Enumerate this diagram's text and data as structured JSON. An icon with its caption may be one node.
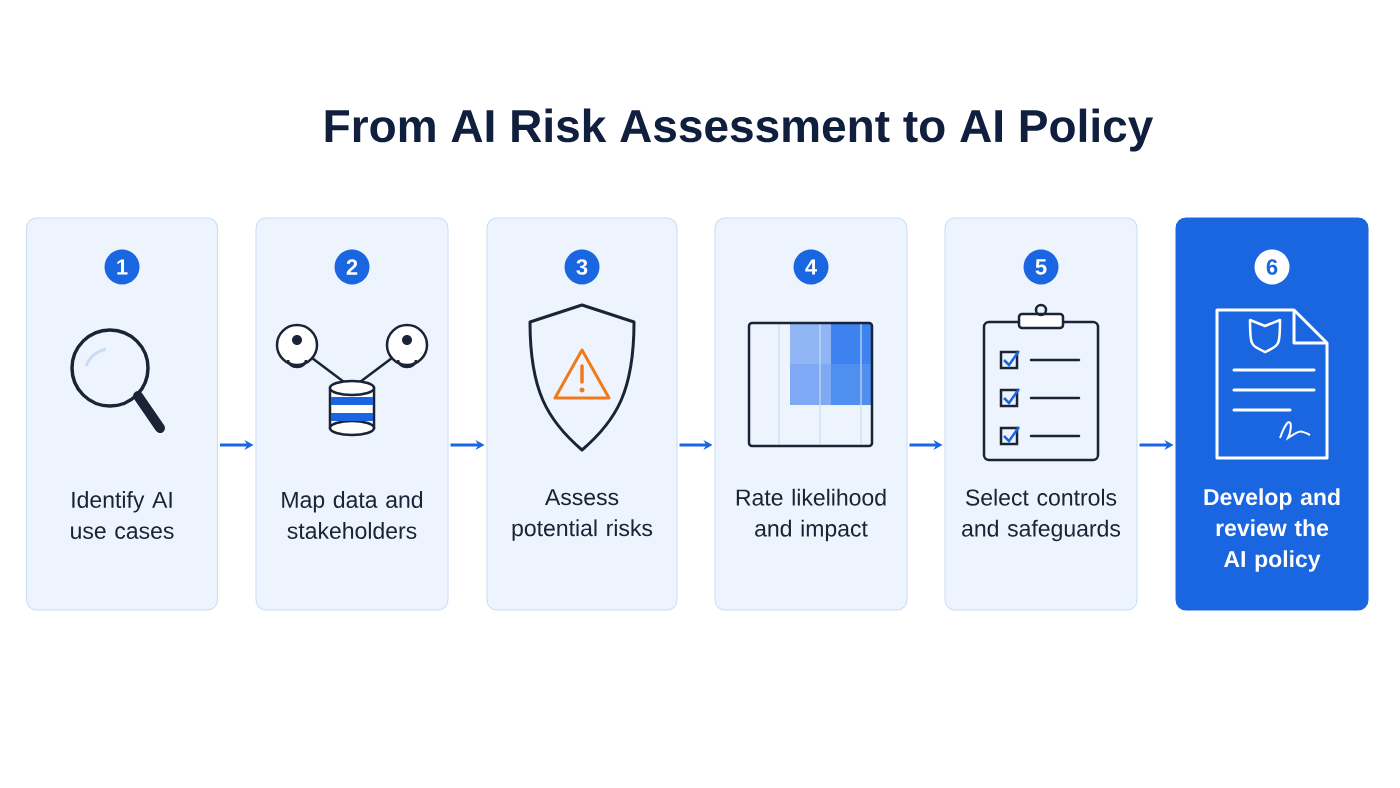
{
  "diagram": {
    "title": "From AI Risk Assessment to AI Policy",
    "nodes": [
      {
        "text": [
          "1",
          "Identify AI use cases"
        ]
      },
      {
        "text": [
          "2",
          "Map data and stakeholders"
        ]
      },
      {
        "text": [
          "3",
          "Assess potential risks"
        ]
      },
      {
        "text": [
          "4",
          "Rate likelihood and impact"
        ]
      },
      {
        "text": [
          "5",
          "Select controls and safeguards"
        ]
      },
      {
        "text": [
          "6",
          "Develop and review the AI policy"
        ]
      }
    ],
    "edges": [
      {
        "from": 0,
        "to": 1,
        "arrow": "to"
      },
      {
        "from": 1,
        "to": 2,
        "arrow": "to"
      },
      {
        "from": 2,
        "to": 3,
        "arrow": "to"
      },
      {
        "from": 3,
        "to": 4,
        "arrow": "to"
      },
      {
        "from": 4,
        "to": 5,
        "arrow": "to"
      }
    ]
  }
}
